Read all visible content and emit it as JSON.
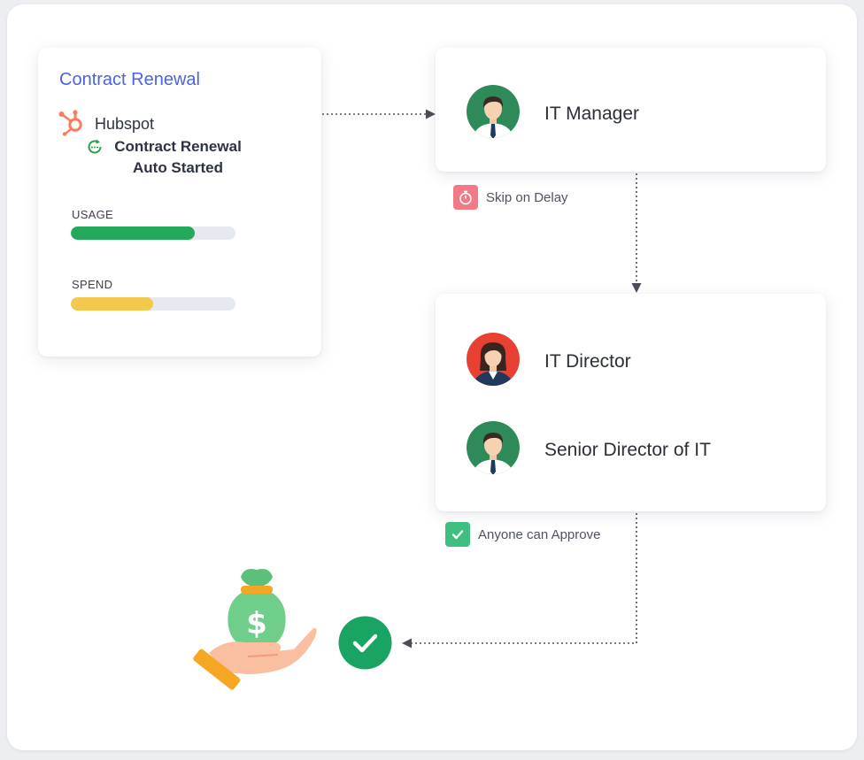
{
  "contract_card": {
    "title": "Contract Renewal",
    "integration": "Hubspot",
    "status_line1": "Contract Renewal",
    "status_line2": "Auto Started"
  },
  "meters": [
    {
      "label": "USAGE",
      "fraction": 0.75,
      "color": "#22a95a"
    },
    {
      "label": "SPEND",
      "fraction": 0.5,
      "color": "#f2c94c"
    }
  ],
  "steps": {
    "step1": {
      "people": [
        "IT Manager"
      ]
    },
    "delay_rule": "Skip on Delay",
    "step2": {
      "people": [
        "IT Director",
        "Senior Director of IT"
      ]
    },
    "approve_rule": "Anyone can Approve"
  },
  "icons": {
    "hubspot": "hubspot-logo-icon",
    "renew": "refresh-icon",
    "delay": "stopwatch-icon",
    "approve": "checkbox-icon",
    "done": "check-circle-icon",
    "payment": "money-bag-hand-icon"
  },
  "colors": {
    "accent": "#4a63e0",
    "hubspot": "#ff7a59",
    "success": "#1aa463",
    "delay": "#f07b86"
  }
}
